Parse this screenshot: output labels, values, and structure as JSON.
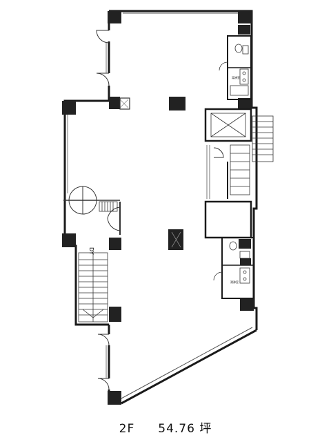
{
  "floor_label": "2F",
  "area_label": "54.76 坪",
  "room_labels": {
    "kitchenette_upper": "湯沸室",
    "kitchenette_lower": "湯沸室",
    "dy_mark": "DY"
  },
  "colors": {
    "wall": "#1a1a1a",
    "column": "#222222",
    "line": "#333333",
    "background": "#ffffff"
  }
}
